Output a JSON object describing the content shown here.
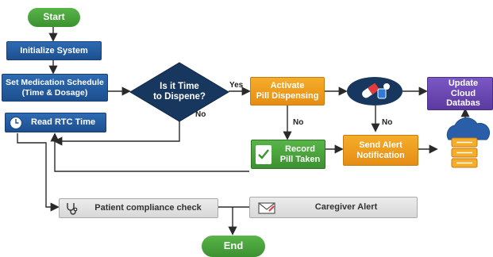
{
  "nodes": {
    "start": "Start",
    "init": "Initialize System",
    "schedule": "Set Medication Schedule\n(Time & Dosage)",
    "rtc": "Read RTC Time",
    "decision": "Is it Time\nto Dispene?",
    "activate": "Activate\nPill Dispensing",
    "update": "Update\nCloud Databas",
    "record": "Record\nPill Taken",
    "alert": "Send Alert\nNotification",
    "compliance": "Patient compliance check",
    "caregiver": "Caregiver Alert",
    "end": "End"
  },
  "edge_labels": {
    "yes": "Yes",
    "no_decision": "No",
    "no_activate": "No",
    "no_pill": "No"
  },
  "colors": {
    "blue": "#1d4f8f",
    "green": "#3c9131",
    "orange": "#e58d14",
    "purple": "#5b3aa0",
    "navy": "#17375e",
    "line": "#2a2a2a"
  },
  "icons": [
    "clock-icon",
    "pill-icon",
    "cloud-database-icon",
    "checklist-icon",
    "stethoscope-icon",
    "envelope-icon"
  ]
}
